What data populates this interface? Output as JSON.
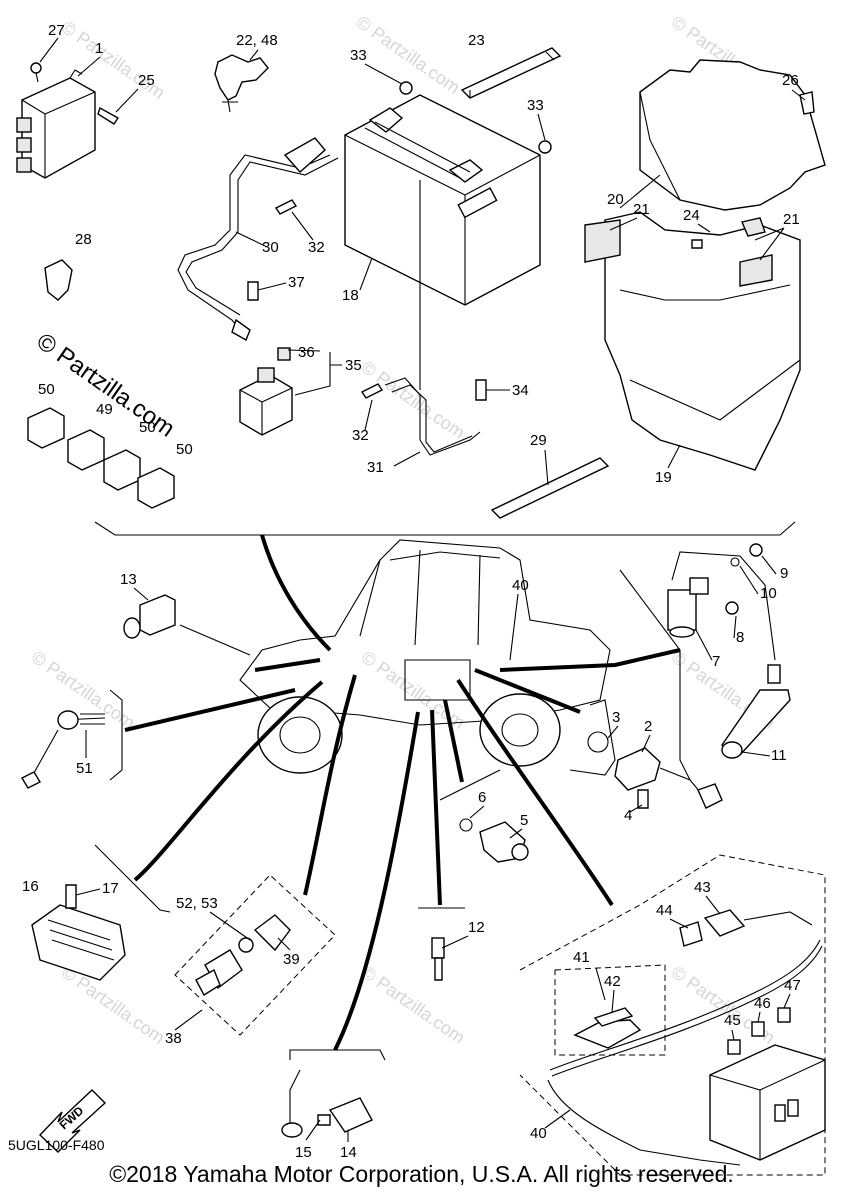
{
  "diagram": {
    "code": "5UGL100-F480",
    "fwd_label": "FWD",
    "copyright": "©2018 Yamaha Motor Corporation, U.S.A. All rights reserved.",
    "watermark": "© Partzilla.com",
    "callouts": {
      "c1": "1",
      "c2": "2",
      "c3": "3",
      "c4": "4",
      "c5": "5",
      "c6": "6",
      "c7": "7",
      "c8": "8",
      "c9": "9",
      "c10": "10",
      "c11": "11",
      "c12": "12",
      "c13": "13",
      "c14": "14",
      "c15": "15",
      "c16": "16",
      "c17": "17",
      "c18": "18",
      "c19": "19",
      "c20": "20",
      "c21a": "21",
      "c21b": "21",
      "c22": "22, 48",
      "c23": "23",
      "c24": "24",
      "c25": "25",
      "c26": "26",
      "c27": "27",
      "c28": "28",
      "c29": "29",
      "c30": "30",
      "c31": "31",
      "c32a": "32",
      "c32b": "32",
      "c33a": "33",
      "c33b": "33",
      "c34": "34",
      "c35": "35",
      "c36": "36",
      "c37": "37",
      "c38": "38",
      "c39": "39",
      "c40a": "40",
      "c40b": "40",
      "c41": "41",
      "c42": "42",
      "c43": "43",
      "c44": "44",
      "c45": "45",
      "c46": "46",
      "c47": "47",
      "c49": "49",
      "c50a": "50",
      "c50b": "50",
      "c50c": "50",
      "c51": "51",
      "c52": "52, 53"
    }
  }
}
